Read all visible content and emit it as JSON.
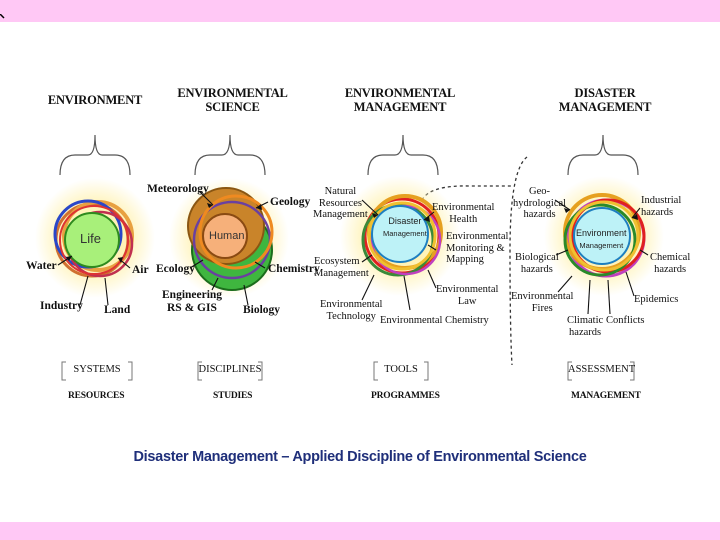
{
  "sections": [
    {
      "title_lines": [
        "ENVIRONMENT"
      ],
      "center": "Life",
      "box": "SYSTEMS",
      "foot": "RESOURCES",
      "labels": [
        "Water",
        "Air",
        "Industry",
        "Land"
      ]
    },
    {
      "title_lines": [
        "ENVIRONMENTAL",
        "SCIENCE"
      ],
      "center": "Human",
      "box": "DISCIPLINES",
      "foot": "STUDIES",
      "labels": [
        "Meteorology",
        "Geology",
        "Ecology",
        "Chemistry",
        "Engineering",
        "RS & GIS",
        "Biology"
      ]
    },
    {
      "title_lines": [
        "ENVIRONMENTAL",
        "MANAGEMENT"
      ],
      "center_lines": [
        "Disaster",
        "Management"
      ],
      "box": "TOOLS",
      "foot": "PROGRAMMES",
      "labels": [
        "Natural",
        "Resources",
        "Management",
        "Ecosystem",
        "Management",
        "Environmental",
        "Technology",
        "Environmental",
        "Health",
        "Environmental",
        "Monitoring &",
        "Mapping",
        "Environmental",
        "Law",
        "Environmental Chemistry"
      ]
    },
    {
      "title_lines": [
        "DISASTER",
        "MANAGEMENT"
      ],
      "center_lines": [
        "Environment",
        "Management"
      ],
      "box": "ASSESSMENT",
      "foot": "MANAGEMENT",
      "labels": [
        "Geo-",
        "hydrological",
        "hazards",
        "Industrial",
        "hazards",
        "Biological",
        "hazards",
        "Chemical",
        "hazards",
        "Environmental",
        "Fires",
        "Epidemics",
        "Climatic",
        "hazards",
        "Conflicts"
      ]
    }
  ],
  "caption": "Disaster Management – Applied Discipline of Environmental Science",
  "colors": {
    "band": "#ffc8f5",
    "caption": "#1f2f7a"
  }
}
